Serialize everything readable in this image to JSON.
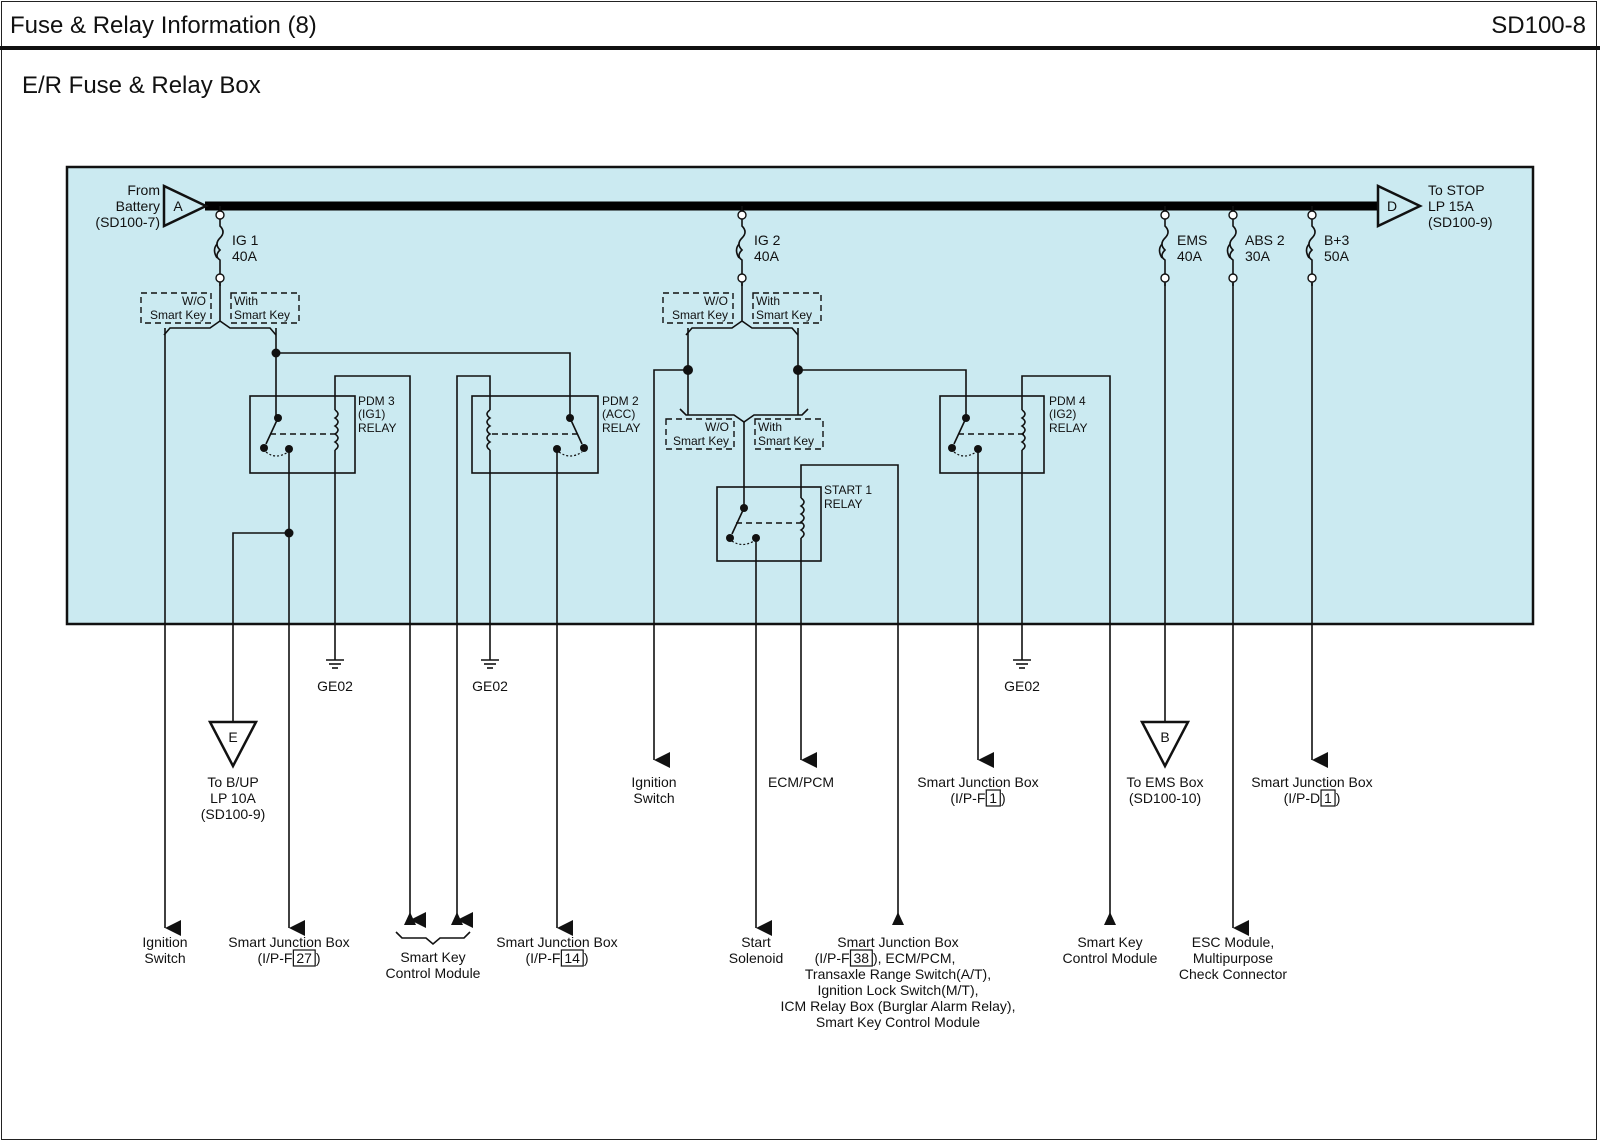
{
  "header": {
    "title": "Fuse & Relay Information (8)",
    "code": "SD100-8"
  },
  "subtitle": "E/R Fuse & Relay Box",
  "colors": {
    "box_fill": "#cbeaf1",
    "line": "#111111"
  },
  "connectors": {
    "A": {
      "letter": "A",
      "label": [
        "From",
        "Battery",
        "(SD100-7)"
      ]
    },
    "D": {
      "letter": "D",
      "label": [
        "To STOP",
        "LP 15A",
        "(SD100-9)"
      ]
    },
    "E": {
      "letter": "E",
      "label": [
        "To B/UP",
        "LP 10A",
        "(SD100-9)"
      ]
    },
    "B": {
      "letter": "B",
      "label": [
        "To EMS Box",
        "(SD100-10)"
      ]
    }
  },
  "fuses": [
    {
      "name": "IG 1",
      "rating": "40A"
    },
    {
      "name": "IG 2",
      "rating": "40A"
    },
    {
      "name": "EMS",
      "rating": "40A"
    },
    {
      "name": "ABS 2",
      "rating": "30A"
    },
    {
      "name": "B+3",
      "rating": "50A"
    }
  ],
  "options": {
    "wo": [
      "W/O",
      "Smart Key"
    ],
    "with": [
      "With",
      "Smart Key"
    ]
  },
  "relays": [
    {
      "id": "pdm3",
      "label": [
        "PDM 3",
        "(IG1)",
        "RELAY"
      ]
    },
    {
      "id": "pdm2",
      "label": [
        "PDM 2",
        "(ACC)",
        "RELAY"
      ]
    },
    {
      "id": "start1",
      "label": [
        "START 1",
        "RELAY"
      ]
    },
    {
      "id": "pdm4",
      "label": [
        "PDM 4",
        "(IG2)",
        "RELAY"
      ]
    }
  ],
  "grounds": [
    "GE02",
    "GE02",
    "GE02"
  ],
  "mid_labels": {
    "ign_switch": [
      "Ignition",
      "Switch"
    ],
    "ecm": [
      "ECM/PCM"
    ],
    "sjb1": {
      "line1": "Smart Junction Box",
      "pre": "(I/P-F",
      "pin": "1",
      "post": ")"
    },
    "sjb_d1": {
      "line1": "Smart Junction Box",
      "pre": "(I/P-D",
      "pin": "1",
      "post": ")"
    }
  },
  "bottom_labels": {
    "ign_switch": [
      "Ignition",
      "Switch"
    ],
    "sjb27": {
      "line1": "Smart Junction Box",
      "pre": "(I/P-F",
      "pin": "27",
      "post": ")"
    },
    "skcm": [
      "Smart Key",
      "Control Module"
    ],
    "sjb14": {
      "line1": "Smart Junction Box",
      "pre": "(I/P-F",
      "pin": "14",
      "post": ")"
    },
    "start_sol": [
      "Start",
      "Solenoid"
    ],
    "sjb38": {
      "line1": "Smart Junction Box",
      "pre": "(I/P-F",
      "pin": "38",
      "post": "), ECM/PCM,",
      "more": [
        "Transaxle Range Switch(A/T),",
        "Ignition Lock Switch(M/T),",
        "ICM Relay Box (Burglar Alarm Relay),",
        "Smart Key Control Module"
      ]
    },
    "skcm2": [
      "Smart Key",
      "Control Module"
    ],
    "esc": [
      "ESC Module,",
      "Multipurpose",
      "Check Connector"
    ]
  }
}
